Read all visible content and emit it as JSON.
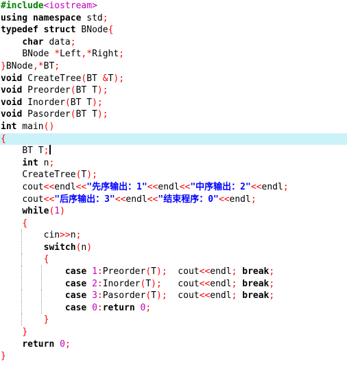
{
  "editor": {
    "current_line": 11,
    "lines": [
      {
        "tokens": [
          {
            "t": "#include",
            "c": "pre"
          },
          {
            "t": "<iostream>",
            "c": "inc"
          }
        ]
      },
      {
        "tokens": [
          {
            "t": "using",
            "c": "kw"
          },
          {
            "t": " ",
            "c": "id"
          },
          {
            "t": "namespace",
            "c": "kw"
          },
          {
            "t": " std",
            "c": "id"
          },
          {
            "t": ";",
            "c": "op"
          }
        ]
      },
      {
        "tokens": [
          {
            "t": "typedef",
            "c": "kw"
          },
          {
            "t": " ",
            "c": "id"
          },
          {
            "t": "struct",
            "c": "kw"
          },
          {
            "t": " BNode",
            "c": "id"
          },
          {
            "t": "{",
            "c": "br"
          }
        ]
      },
      {
        "indent": 4,
        "tokens": [
          {
            "t": "char",
            "c": "kw"
          },
          {
            "t": " data",
            "c": "id"
          },
          {
            "t": ";",
            "c": "op"
          }
        ]
      },
      {
        "indent": 4,
        "tokens": [
          {
            "t": "BNode ",
            "c": "id"
          },
          {
            "t": "*",
            "c": "op"
          },
          {
            "t": "Left",
            "c": "id"
          },
          {
            "t": ",*",
            "c": "op"
          },
          {
            "t": "Right",
            "c": "id"
          },
          {
            "t": ";",
            "c": "op"
          }
        ]
      },
      {
        "tokens": [
          {
            "t": "}",
            "c": "br"
          },
          {
            "t": "BNode",
            "c": "id"
          },
          {
            "t": ",*",
            "c": "op"
          },
          {
            "t": "BT",
            "c": "id"
          },
          {
            "t": ";",
            "c": "op"
          }
        ]
      },
      {
        "tokens": [
          {
            "t": "void",
            "c": "kw"
          },
          {
            "t": " CreateTree",
            "c": "id"
          },
          {
            "t": "(",
            "c": "op"
          },
          {
            "t": "BT ",
            "c": "id"
          },
          {
            "t": "&",
            "c": "op"
          },
          {
            "t": "T",
            "c": "id"
          },
          {
            "t": ");",
            "c": "op"
          }
        ]
      },
      {
        "tokens": [
          {
            "t": "void",
            "c": "kw"
          },
          {
            "t": " Preorder",
            "c": "id"
          },
          {
            "t": "(",
            "c": "op"
          },
          {
            "t": "BT T",
            "c": "id"
          },
          {
            "t": ");",
            "c": "op"
          }
        ]
      },
      {
        "tokens": [
          {
            "t": "void",
            "c": "kw"
          },
          {
            "t": " Inorder",
            "c": "id"
          },
          {
            "t": "(",
            "c": "op"
          },
          {
            "t": "BT T",
            "c": "id"
          },
          {
            "t": ");",
            "c": "op"
          }
        ]
      },
      {
        "tokens": [
          {
            "t": "void",
            "c": "kw"
          },
          {
            "t": " Pasorder",
            "c": "id"
          },
          {
            "t": "(",
            "c": "op"
          },
          {
            "t": "BT T",
            "c": "id"
          },
          {
            "t": ");",
            "c": "op"
          }
        ]
      },
      {
        "tokens": [
          {
            "t": "int",
            "c": "kw"
          },
          {
            "t": " main",
            "c": "id"
          },
          {
            "t": "()",
            "c": "op"
          }
        ]
      },
      {
        "tokens": [
          {
            "t": "{",
            "c": "br"
          }
        ]
      },
      {
        "indent": 4,
        "caret": true,
        "tokens": [
          {
            "t": "BT T",
            "c": "id"
          },
          {
            "t": ";",
            "c": "op"
          }
        ]
      },
      {
        "indent": 4,
        "tokens": [
          {
            "t": "int",
            "c": "kw"
          },
          {
            "t": " n",
            "c": "id"
          },
          {
            "t": ";",
            "c": "op"
          }
        ]
      },
      {
        "indent": 4,
        "tokens": [
          {
            "t": "CreateTree",
            "c": "id"
          },
          {
            "t": "(",
            "c": "op"
          },
          {
            "t": "T",
            "c": "id"
          },
          {
            "t": ");",
            "c": "op"
          }
        ]
      },
      {
        "indent": 4,
        "tokens": [
          {
            "t": "cout",
            "c": "id"
          },
          {
            "t": "<<",
            "c": "op"
          },
          {
            "t": "endl",
            "c": "id"
          },
          {
            "t": "<<",
            "c": "op"
          },
          {
            "t": "\"先序输出：1\"",
            "c": "str"
          },
          {
            "t": "<<",
            "c": "op"
          },
          {
            "t": "endl",
            "c": "id"
          },
          {
            "t": "<<",
            "c": "op"
          },
          {
            "t": "\"中序输出：2\"",
            "c": "str"
          },
          {
            "t": "<<",
            "c": "op"
          },
          {
            "t": "endl",
            "c": "id"
          },
          {
            "t": ";",
            "c": "op"
          }
        ]
      },
      {
        "indent": 4,
        "tokens": [
          {
            "t": "cout",
            "c": "id"
          },
          {
            "t": "<<",
            "c": "op"
          },
          {
            "t": "\"后序输出：3\"",
            "c": "str"
          },
          {
            "t": "<<",
            "c": "op"
          },
          {
            "t": "endl",
            "c": "id"
          },
          {
            "t": "<<",
            "c": "op"
          },
          {
            "t": "\"结束程序：0\"",
            "c": "str"
          },
          {
            "t": "<<",
            "c": "op"
          },
          {
            "t": "endl",
            "c": "id"
          },
          {
            "t": ";",
            "c": "op"
          }
        ]
      },
      {
        "indent": 4,
        "tokens": [
          {
            "t": "while",
            "c": "kw"
          },
          {
            "t": "(",
            "c": "op"
          },
          {
            "t": "1",
            "c": "num"
          },
          {
            "t": ")",
            "c": "op"
          }
        ]
      },
      {
        "indent": 4,
        "tokens": [
          {
            "t": "{",
            "c": "br"
          }
        ]
      },
      {
        "indent": 8,
        "guides": [
          4
        ],
        "tokens": [
          {
            "t": "cin",
            "c": "id"
          },
          {
            "t": ">>",
            "c": "op"
          },
          {
            "t": "n",
            "c": "id"
          },
          {
            "t": ";",
            "c": "op"
          }
        ]
      },
      {
        "indent": 8,
        "guides": [
          4
        ],
        "tokens": [
          {
            "t": "switch",
            "c": "kw"
          },
          {
            "t": "(",
            "c": "op"
          },
          {
            "t": "n",
            "c": "id"
          },
          {
            "t": ")",
            "c": "op"
          }
        ]
      },
      {
        "indent": 8,
        "guides": [
          4
        ],
        "tokens": [
          {
            "t": "{",
            "c": "br"
          }
        ]
      },
      {
        "indent": 12,
        "guides": [
          4,
          8
        ],
        "tokens": [
          {
            "t": "case",
            "c": "kw"
          },
          {
            "t": " ",
            "c": "id"
          },
          {
            "t": "1",
            "c": "num"
          },
          {
            "t": ":",
            "c": "op"
          },
          {
            "t": "Preorder",
            "c": "id"
          },
          {
            "t": "(",
            "c": "op"
          },
          {
            "t": "T",
            "c": "id"
          },
          {
            "t": ");",
            "c": "op"
          },
          {
            "t": "  cout",
            "c": "id"
          },
          {
            "t": "<<",
            "c": "op"
          },
          {
            "t": "endl",
            "c": "id"
          },
          {
            "t": ";",
            "c": "op"
          },
          {
            "t": " ",
            "c": "id"
          },
          {
            "t": "break",
            "c": "kw"
          },
          {
            "t": ";",
            "c": "op"
          }
        ]
      },
      {
        "indent": 12,
        "guides": [
          4,
          8
        ],
        "tokens": [
          {
            "t": "case",
            "c": "kw"
          },
          {
            "t": " ",
            "c": "id"
          },
          {
            "t": "2",
            "c": "num"
          },
          {
            "t": ":",
            "c": "op"
          },
          {
            "t": "Inorder",
            "c": "id"
          },
          {
            "t": "(",
            "c": "op"
          },
          {
            "t": "T",
            "c": "id"
          },
          {
            "t": ");",
            "c": "op"
          },
          {
            "t": "   cout",
            "c": "id"
          },
          {
            "t": "<<",
            "c": "op"
          },
          {
            "t": "endl",
            "c": "id"
          },
          {
            "t": ";",
            "c": "op"
          },
          {
            "t": " ",
            "c": "id"
          },
          {
            "t": "break",
            "c": "kw"
          },
          {
            "t": ";",
            "c": "op"
          }
        ]
      },
      {
        "indent": 12,
        "guides": [
          4,
          8
        ],
        "tokens": [
          {
            "t": "case",
            "c": "kw"
          },
          {
            "t": " ",
            "c": "id"
          },
          {
            "t": "3",
            "c": "num"
          },
          {
            "t": ":",
            "c": "op"
          },
          {
            "t": "Pasorder",
            "c": "id"
          },
          {
            "t": "(",
            "c": "op"
          },
          {
            "t": "T",
            "c": "id"
          },
          {
            "t": ");",
            "c": "op"
          },
          {
            "t": "  cout",
            "c": "id"
          },
          {
            "t": "<<",
            "c": "op"
          },
          {
            "t": "endl",
            "c": "id"
          },
          {
            "t": ";",
            "c": "op"
          },
          {
            "t": " ",
            "c": "id"
          },
          {
            "t": "break",
            "c": "kw"
          },
          {
            "t": ";",
            "c": "op"
          }
        ]
      },
      {
        "indent": 12,
        "guides": [
          4,
          8
        ],
        "tokens": [
          {
            "t": "case",
            "c": "kw"
          },
          {
            "t": " ",
            "c": "id"
          },
          {
            "t": "0",
            "c": "num"
          },
          {
            "t": ":",
            "c": "op"
          },
          {
            "t": "return",
            "c": "kw"
          },
          {
            "t": " ",
            "c": "id"
          },
          {
            "t": "0",
            "c": "num"
          },
          {
            "t": ";",
            "c": "op"
          }
        ]
      },
      {
        "indent": 8,
        "guides": [
          4
        ],
        "tokens": [
          {
            "t": "}",
            "c": "br"
          }
        ]
      },
      {
        "indent": 4,
        "tokens": [
          {
            "t": "}",
            "c": "br"
          }
        ]
      },
      {
        "indent": 4,
        "tokens": [
          {
            "t": "return",
            "c": "kw"
          },
          {
            "t": " ",
            "c": "id"
          },
          {
            "t": "0",
            "c": "num"
          },
          {
            "t": ";",
            "c": "op"
          }
        ]
      },
      {
        "tokens": [
          {
            "t": "}",
            "c": "br"
          }
        ]
      }
    ]
  }
}
